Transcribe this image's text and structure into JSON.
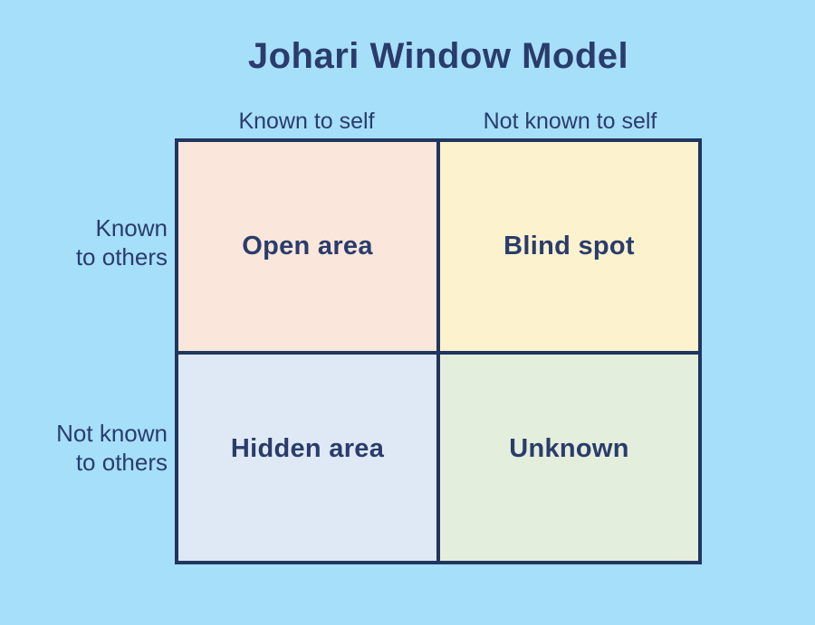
{
  "title": "Johari Window Model",
  "colors": {
    "background": "#A6DFFA",
    "grid_border": "#20365F",
    "text": "#2A3C6B"
  },
  "columns": [
    {
      "label": "Known to self"
    },
    {
      "label": "Not known to self"
    }
  ],
  "rows": [
    {
      "label": "Known\nto others"
    },
    {
      "label": "Not known\nto others"
    }
  ],
  "quadrants": [
    {
      "name": "open-area",
      "label": "Open area",
      "color": "#FAE6DA"
    },
    {
      "name": "blind-spot",
      "label": "Blind spot",
      "color": "#FCF2CE"
    },
    {
      "name": "hidden-area",
      "label": "Hidden area",
      "color": "#DEE9F5"
    },
    {
      "name": "unknown",
      "label": "Unknown",
      "color": "#E4EEDC"
    }
  ]
}
